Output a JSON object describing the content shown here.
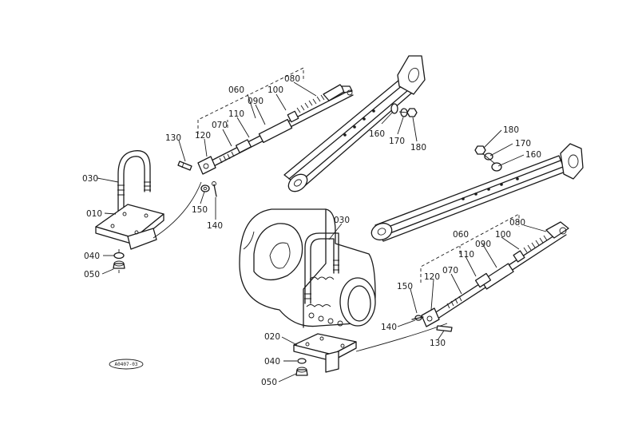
{
  "diagram": {
    "stamp_text": "A0407-03",
    "callouts": [
      {
        "id": "c-060-l",
        "text": "060"
      },
      {
        "id": "c-080-l",
        "text": "080"
      },
      {
        "id": "c-100-l",
        "text": "100"
      },
      {
        "id": "c-090-l",
        "text": "090"
      },
      {
        "id": "c-110-l",
        "text": "110"
      },
      {
        "id": "c-070-l",
        "text": "070"
      },
      {
        "id": "c-120-l",
        "text": "120"
      },
      {
        "id": "c-130-l",
        "text": "130"
      },
      {
        "id": "c-030-l",
        "text": "030"
      },
      {
        "id": "c-010-l",
        "text": "010"
      },
      {
        "id": "c-040-l",
        "text": "040"
      },
      {
        "id": "c-050-l",
        "text": "050"
      },
      {
        "id": "c-150-l",
        "text": "150"
      },
      {
        "id": "c-140-l",
        "text": "140"
      },
      {
        "id": "c-160-l",
        "text": "160"
      },
      {
        "id": "c-170-l",
        "text": "170"
      },
      {
        "id": "c-180-l",
        "text": "180"
      },
      {
        "id": "c-180-r",
        "text": "180"
      },
      {
        "id": "c-170-r",
        "text": "170"
      },
      {
        "id": "c-160-r",
        "text": "160"
      },
      {
        "id": "c-030-r",
        "text": "030"
      },
      {
        "id": "c-080-r",
        "text": "080"
      },
      {
        "id": "c-060-r",
        "text": "060"
      },
      {
        "id": "c-100-r",
        "text": "100"
      },
      {
        "id": "c-090-r",
        "text": "090"
      },
      {
        "id": "c-110-r",
        "text": "110"
      },
      {
        "id": "c-070-r",
        "text": "070"
      },
      {
        "id": "c-120-r",
        "text": "120"
      },
      {
        "id": "c-150-r",
        "text": "150"
      },
      {
        "id": "c-140-r",
        "text": "140"
      },
      {
        "id": "c-130-r",
        "text": "130"
      },
      {
        "id": "c-020",
        "text": "020"
      },
      {
        "id": "c-040-r",
        "text": "040"
      },
      {
        "id": "c-050-r",
        "text": "050"
      }
    ]
  }
}
